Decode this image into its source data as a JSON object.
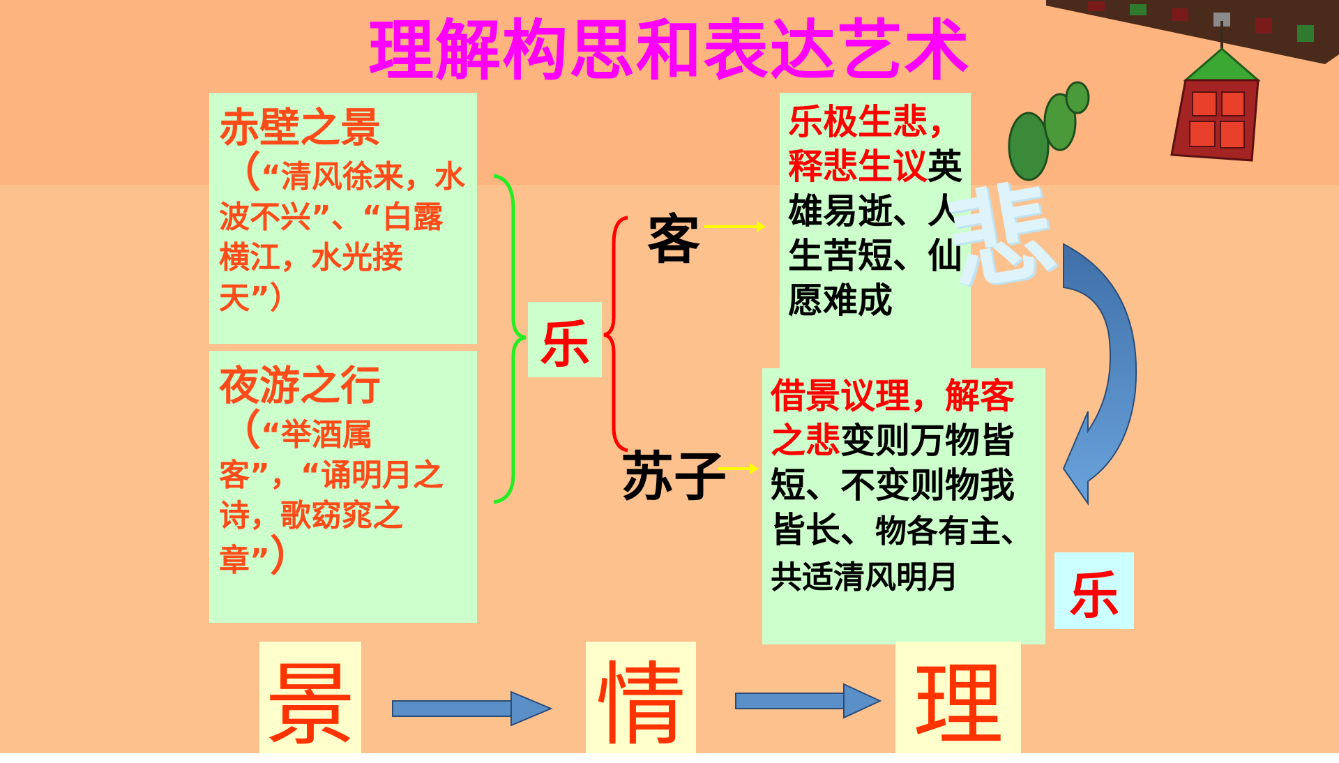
{
  "title": "理解构思和表达艺术",
  "scene_box": {
    "heading": "赤壁之景",
    "paren_open": "（",
    "quote": "“清风徐来，水波不兴”、“白露横江，水光接天”",
    "paren_close": "）"
  },
  "night_box": {
    "heading": "夜游之行",
    "paren_open": "（",
    "quote": "“举酒属客”，“诵明月之诗，歌窈窕之章”",
    "paren_close": "）"
  },
  "center_le": "乐",
  "branch_ke": "客",
  "branch_suzi": "苏子",
  "sad_box": {
    "red_part": "乐极生悲，释悲生议",
    "black_part": "英雄易逝、人生苦短、仙愿难成"
  },
  "su_box": {
    "red_part": "借景议理，解客之悲",
    "black_part_1": "变则万物皆短、不变则物我皆长、",
    "black_part_2": "物各有主、共适清风明月"
  },
  "bei_decoration": "悲",
  "right_le": "乐",
  "flow": {
    "jing": "景",
    "qing": "情",
    "li": "理"
  },
  "colors": {
    "title": "#ff00ff",
    "box_green": "#ccffcc",
    "flow_box": "#ffffcc",
    "accent_red": "#ff0000",
    "arrow_blue": "#5b8fc8",
    "bracket_green": "#22ee22"
  }
}
